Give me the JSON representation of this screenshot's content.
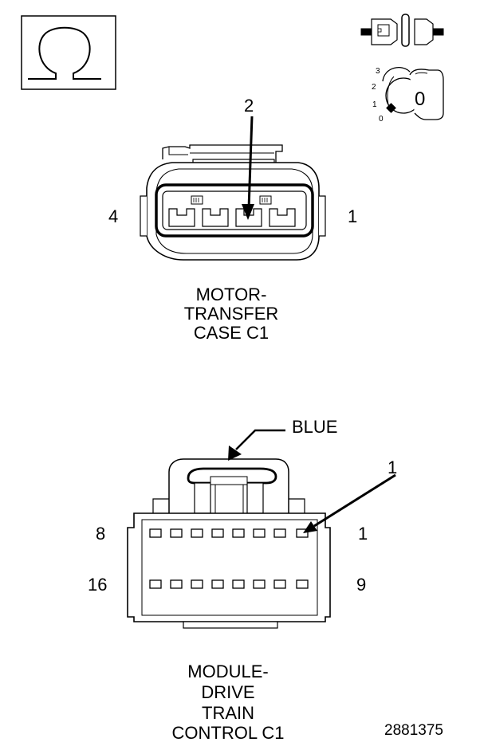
{
  "symbols": {
    "ohm_symbol": "Ω",
    "key_position": "0",
    "key_switch_marks": [
      "3",
      "2",
      "1",
      "0"
    ]
  },
  "connector_top": {
    "pin_callout": "2",
    "left_pin": "4",
    "right_pin": "1",
    "label_lines": [
      "MOTOR-",
      "TRANSFER",
      "CASE C1"
    ]
  },
  "connector_bottom": {
    "color_callout": "BLUE",
    "pin_callout": "1",
    "top_left_pin": "8",
    "top_right_pin": "1",
    "bottom_left_pin": "16",
    "bottom_right_pin": "9",
    "label_lines": [
      "MODULE-",
      "DRIVE",
      "TRAIN",
      "CONTROL C1"
    ]
  },
  "figure_number": "2881375"
}
